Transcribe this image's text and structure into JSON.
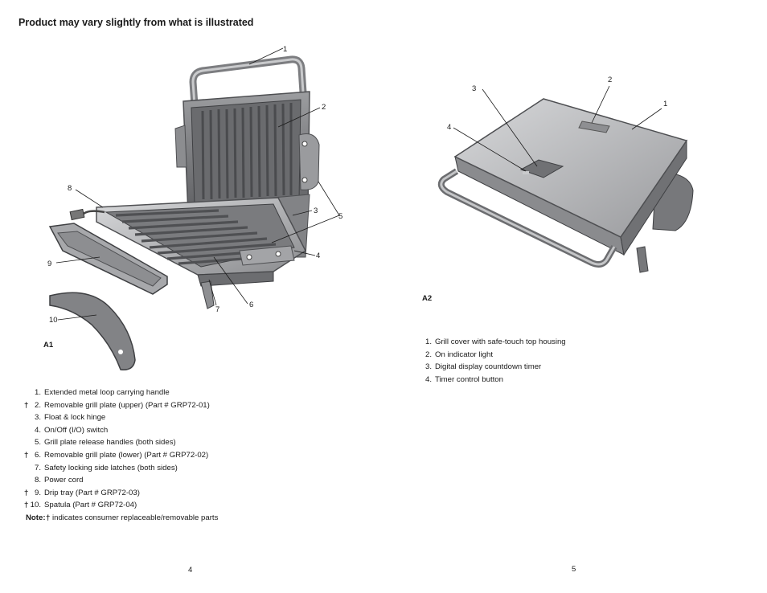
{
  "heading": "Product may vary slightly from what is illustrated",
  "figure_a1": {
    "label": "A1",
    "callouts": [
      "1",
      "2",
      "3",
      "4",
      "5",
      "6",
      "7",
      "8",
      "9",
      "10"
    ]
  },
  "figure_a2": {
    "label": "A2",
    "callouts": [
      "1",
      "2",
      "3",
      "4"
    ]
  },
  "parts_a1": [
    {
      "dagger": "",
      "num": "1.",
      "text": "Extended metal loop carrying handle"
    },
    {
      "dagger": "†",
      "num": "2.",
      "text": "Removable grill plate (upper) (Part # GRP72-01)"
    },
    {
      "dagger": "",
      "num": "3.",
      "text": "Float & lock hinge"
    },
    {
      "dagger": "",
      "num": "4.",
      "text": "On/Off (I/O) switch"
    },
    {
      "dagger": "",
      "num": "5.",
      "text": "Grill plate release handles (both sides)"
    },
    {
      "dagger": "†",
      "num": "6.",
      "text": "Removable grill plate (lower) (Part # GRP72-02)"
    },
    {
      "dagger": "",
      "num": "7.",
      "text": "Safety locking side latches (both sides)"
    },
    {
      "dagger": "",
      "num": "8.",
      "text": "Power cord"
    },
    {
      "dagger": "†",
      "num": "9.",
      "text": "Drip tray (Part # GRP72-03)"
    },
    {
      "dagger": "†",
      "num": "10.",
      "text": "Spatula (Part # GRP72-04)"
    }
  ],
  "note": {
    "label": "Note:",
    "dagger": "†",
    "text": "indicates consumer replaceable/removable parts"
  },
  "parts_a2": [
    {
      "num": "1.",
      "text": "Grill cover with safe-touch top housing"
    },
    {
      "num": "2.",
      "text": "On indicator light"
    },
    {
      "num": "3.",
      "text": "Digital display countdown timer"
    },
    {
      "num": "4.",
      "text": "Timer control button"
    }
  ],
  "page_numbers": {
    "left": "4",
    "right": "5"
  },
  "colors": {
    "metal_dark": "#6f7073",
    "metal_mid": "#a2a3a6",
    "metal_light": "#d4d5d7",
    "text": "#1a1a1a"
  }
}
